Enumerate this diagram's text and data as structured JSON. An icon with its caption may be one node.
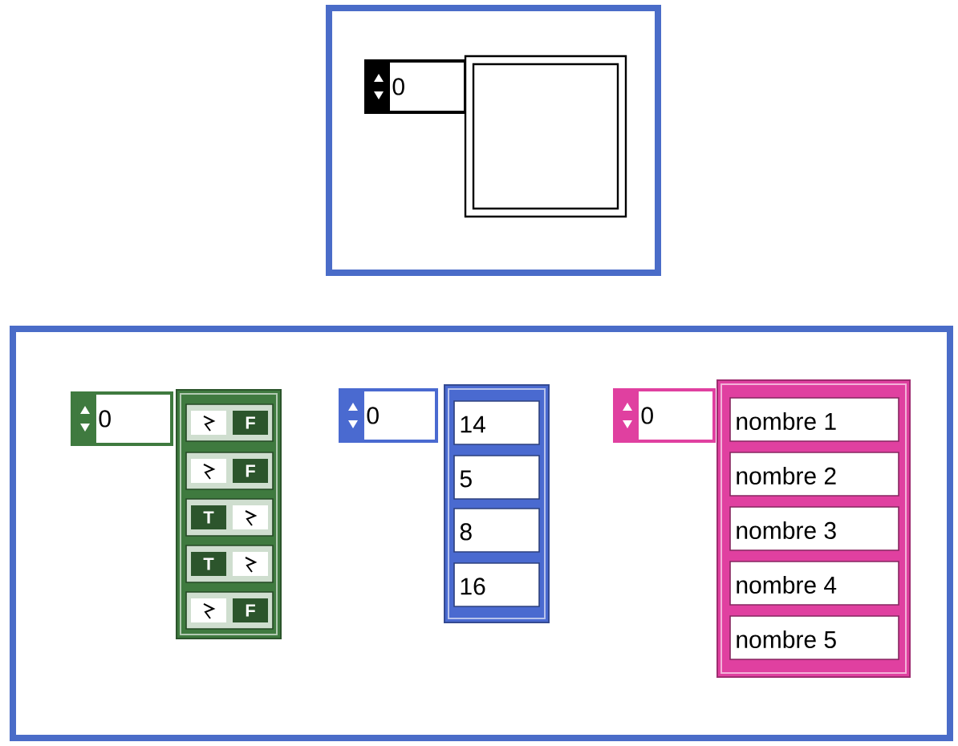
{
  "diagram": {
    "nodes": [
      {
        "text": [],
        "shape": "box"
      },
      {
        "text": [
          "0"
        ],
        "in": 0
      },
      {
        "text": [],
        "shape": "box",
        "in": 0
      },
      {
        "text": [],
        "shape": "box"
      },
      {
        "text": [
          "0"
        ],
        "in": 3
      },
      {
        "text": [],
        "shape": "box",
        "in": 3
      },
      {
        "text": [
          "F"
        ],
        "in": 5
      },
      {
        "text": [
          "F"
        ],
        "in": 5
      },
      {
        "text": [
          "T"
        ],
        "in": 5
      },
      {
        "text": [
          "T"
        ],
        "in": 5
      },
      {
        "text": [
          "F"
        ],
        "in": 5
      },
      {
        "text": [
          "0"
        ],
        "in": 3
      },
      {
        "text": [],
        "shape": "box",
        "in": 3
      },
      {
        "text": [
          "14"
        ],
        "in": 12
      },
      {
        "text": [
          "5"
        ],
        "in": 12
      },
      {
        "text": [
          "8"
        ],
        "in": 12
      },
      {
        "text": [
          "16"
        ],
        "in": 12
      },
      {
        "text": [
          "0"
        ],
        "in": 3
      },
      {
        "text": [],
        "shape": "box",
        "in": 3
      },
      {
        "text": [
          "nombre 1"
        ],
        "in": 18
      },
      {
        "text": [
          "nombre 2"
        ],
        "in": 18
      },
      {
        "text": [
          "nombre 3"
        ],
        "in": 18
      },
      {
        "text": [
          "nombre 4"
        ],
        "in": 18
      },
      {
        "text": [
          "nombre 5"
        ],
        "in": 18
      }
    ],
    "edges": []
  }
}
